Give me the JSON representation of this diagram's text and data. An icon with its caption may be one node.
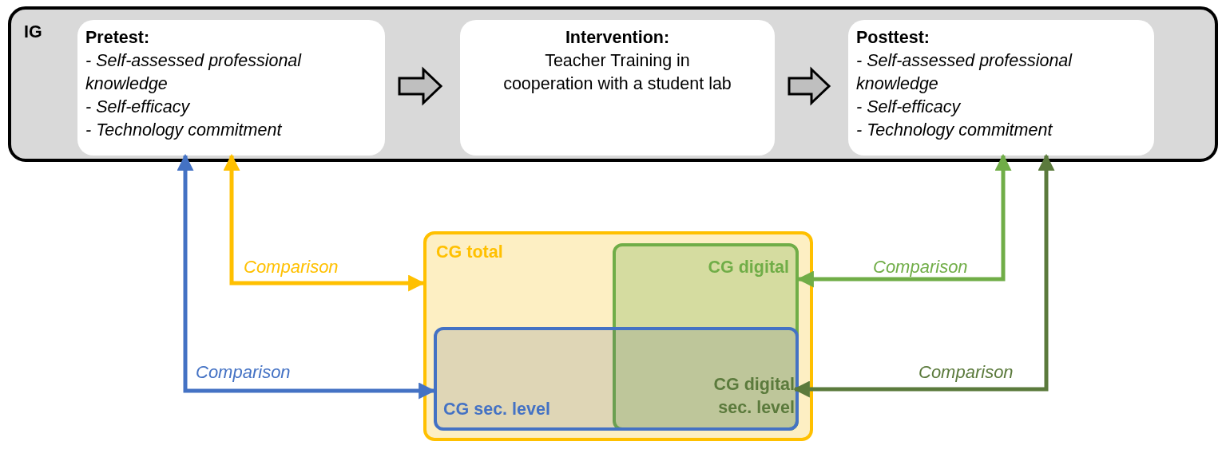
{
  "diagram": {
    "nodes": [
      {
        "text": [
          "IG"
        ]
      },
      {
        "text": [
          "Pretest:",
          "- Self-assessed professional knowledge",
          "- Self-efficacy",
          "- Technology commitment"
        ],
        "in": 0
      },
      {
        "text": [
          "Intervention:",
          "Teacher Training in cooperation with a student lab"
        ],
        "in": 0
      },
      {
        "text": [
          "Posttest:",
          "- Self-assessed professional knowledge",
          "- Self-efficacy",
          "- Technology commitment"
        ],
        "in": 0
      },
      {
        "text": [
          "CG total"
        ]
      },
      {
        "text": [
          "CG digital"
        ],
        "in": 4
      },
      {
        "text": [
          "CG sec. level"
        ],
        "in": 4
      },
      {
        "text": [
          "CG digital sec. level"
        ]
      }
    ],
    "edges": [
      {
        "from": 1,
        "to": 2,
        "arrow": "to",
        "style": "thick",
        "color": "#000000"
      },
      {
        "from": 2,
        "to": 3,
        "arrow": "to",
        "style": "thick",
        "color": "#000000"
      },
      {
        "from": 1,
        "to": 4,
        "arrow": "both",
        "label": "Comparison",
        "color": "#ffc000"
      },
      {
        "from": 1,
        "to": 6,
        "arrow": "both",
        "label": "Comparison",
        "color": "#4472c4"
      },
      {
        "from": 3,
        "to": 5,
        "arrow": "both",
        "label": "Comparison",
        "color": "#70ad47"
      },
      {
        "from": 3,
        "to": 7,
        "arrow": "both",
        "label": "Comparison",
        "color": "#5b7a3c"
      }
    ]
  }
}
